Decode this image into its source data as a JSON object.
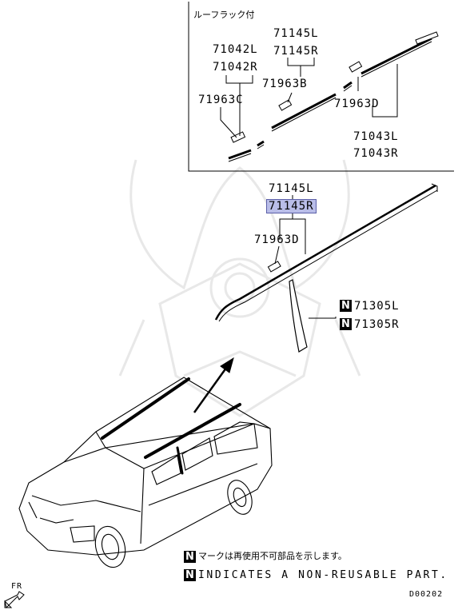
{
  "inset": {
    "title": "ルーフラック付",
    "labels": {
      "l1": "71145L",
      "l2": "71145R",
      "l3": "71042L",
      "l4": "71042R",
      "l5": "71963B",
      "l6": "71963C",
      "l7": "71963D",
      "l8": "71043L",
      "l9": "71043R"
    }
  },
  "main": {
    "labels": {
      "m1": "71145L",
      "m2": "71145R",
      "m3": "71963D",
      "m4": "71305L",
      "m5": "71305R"
    },
    "badge": "N"
  },
  "legend": {
    "badge": "N",
    "jp_text": "マークは再使用不可部品を示します。",
    "en_text": "INDICATES A NON-REUSABLE PART."
  },
  "fr_label": "FR",
  "diagram_code": "D00202",
  "colors": {
    "highlight": "#b9bde8",
    "ink": "#000000",
    "watermark": "#e6e6e6"
  }
}
